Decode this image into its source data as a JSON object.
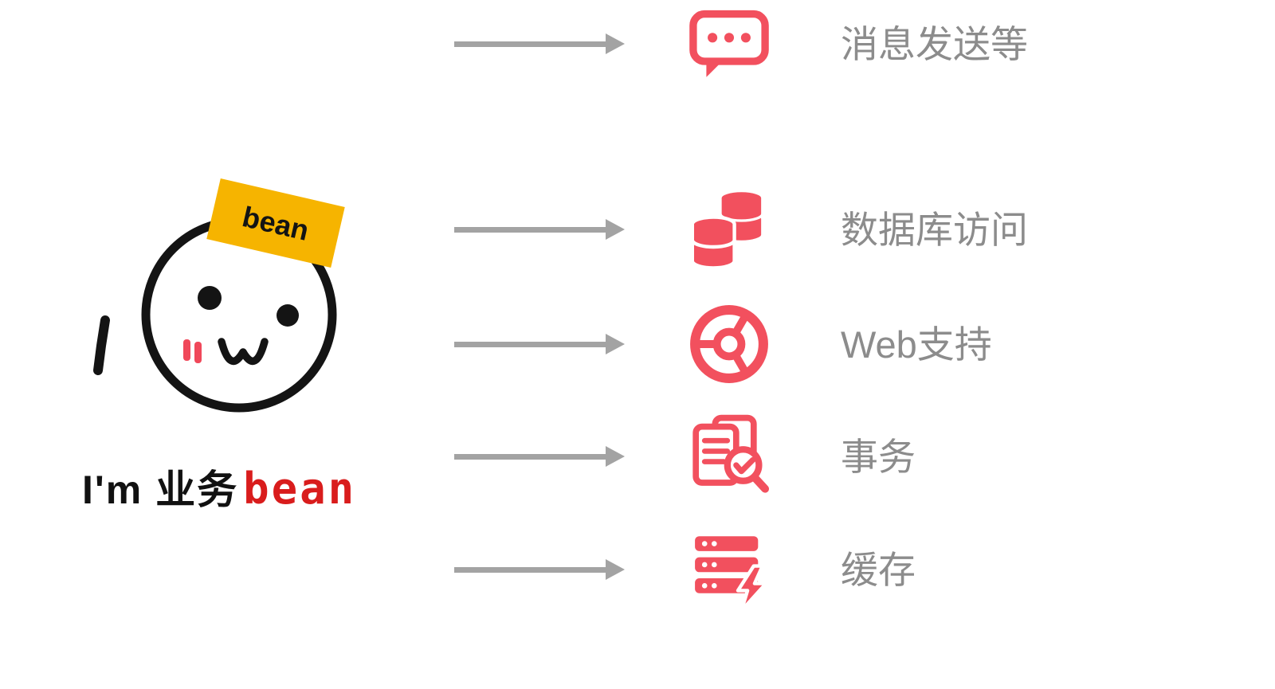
{
  "character": {
    "hat_label": "bean",
    "caption": {
      "prefix": "I'm 业务",
      "highlight": "bean"
    }
  },
  "features": [
    {
      "icon": "database-icon",
      "label": "数据库访问"
    },
    {
      "icon": "browser-icon",
      "label": "Web支持"
    },
    {
      "icon": "document-check-icon",
      "label": "事务"
    },
    {
      "icon": "server-cache-icon",
      "label": "缓存"
    },
    {
      "icon": "message-bubble-icon",
      "label": "消息发送等"
    }
  ],
  "colors": {
    "icon": "#f2505e",
    "label": "#8c8c8c",
    "arrow": "#a3a3a3",
    "hat": "#f6b400",
    "blush": "#f0485a",
    "caption_highlight": "#d91c1c",
    "outline": "#141414"
  }
}
